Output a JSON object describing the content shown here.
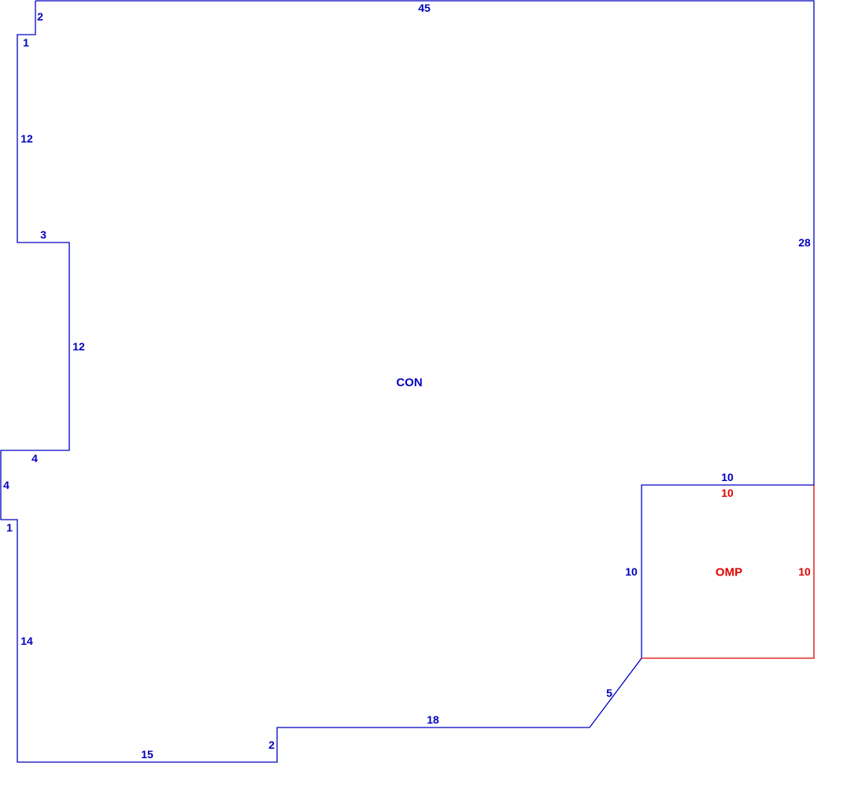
{
  "colors": {
    "con": "#0000c0",
    "omp": "#e00000",
    "background": "#ffffff"
  },
  "areas": {
    "con": {
      "label": "CON"
    },
    "omp": {
      "label": "OMP"
    }
  },
  "dimensions": {
    "con": {
      "top": "45",
      "top_left_step": "2",
      "left_notch_upper": "1",
      "left_upper_run": "12",
      "left_jog_top": "3",
      "left_bump_run": "12",
      "left_jog_bottom": "4",
      "left_lower_notch_height": "4",
      "left_lower_notch": "1",
      "left_lower_run": "14",
      "bottom_left": "15",
      "bottom_step": "2",
      "bottom_right": "18",
      "diagonal": "5",
      "omp_left_side": "10",
      "omp_top_shared": "10",
      "right_side": "28"
    },
    "omp": {
      "top": "10",
      "right": "10"
    }
  }
}
